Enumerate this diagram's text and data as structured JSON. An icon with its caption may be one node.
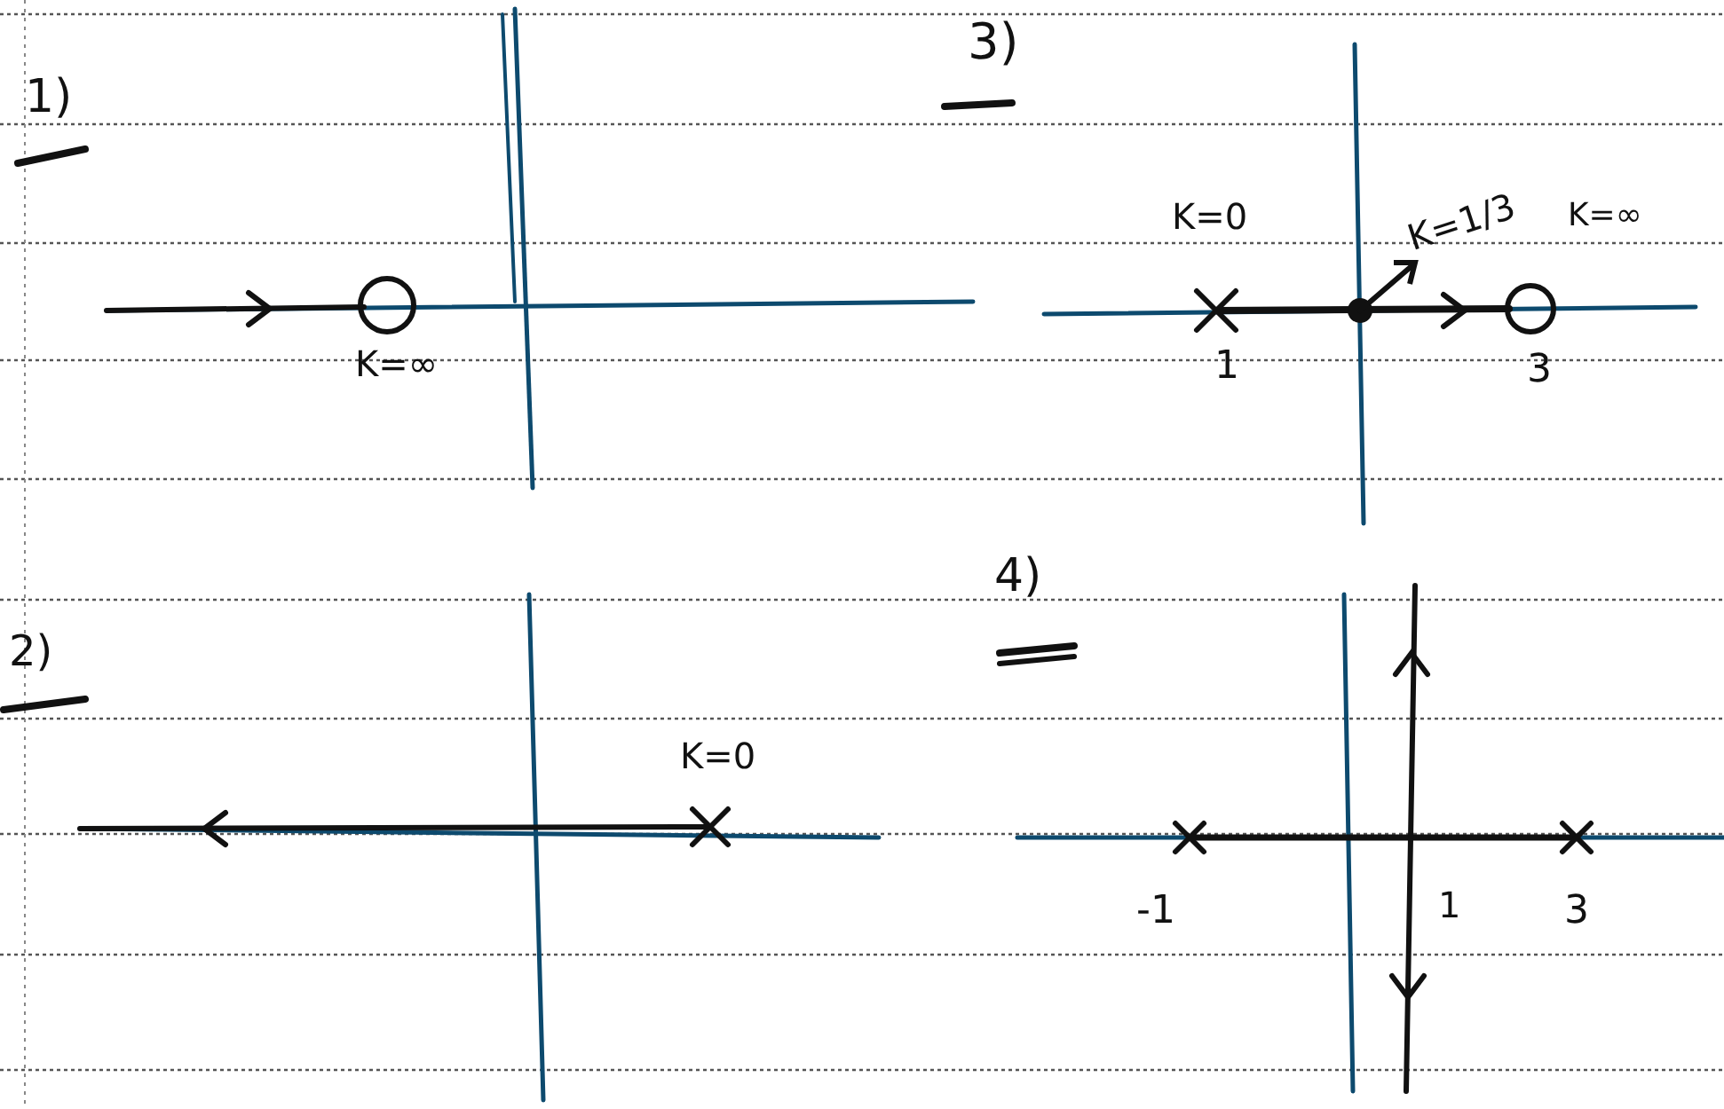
{
  "diagram": {
    "labels": [
      "1)",
      "K=∞",
      "3)",
      "K=0",
      "K=1/3",
      "K=∞",
      "1",
      "3",
      "2)",
      "K=0",
      "4)",
      "-1",
      "1",
      "3"
    ]
  }
}
